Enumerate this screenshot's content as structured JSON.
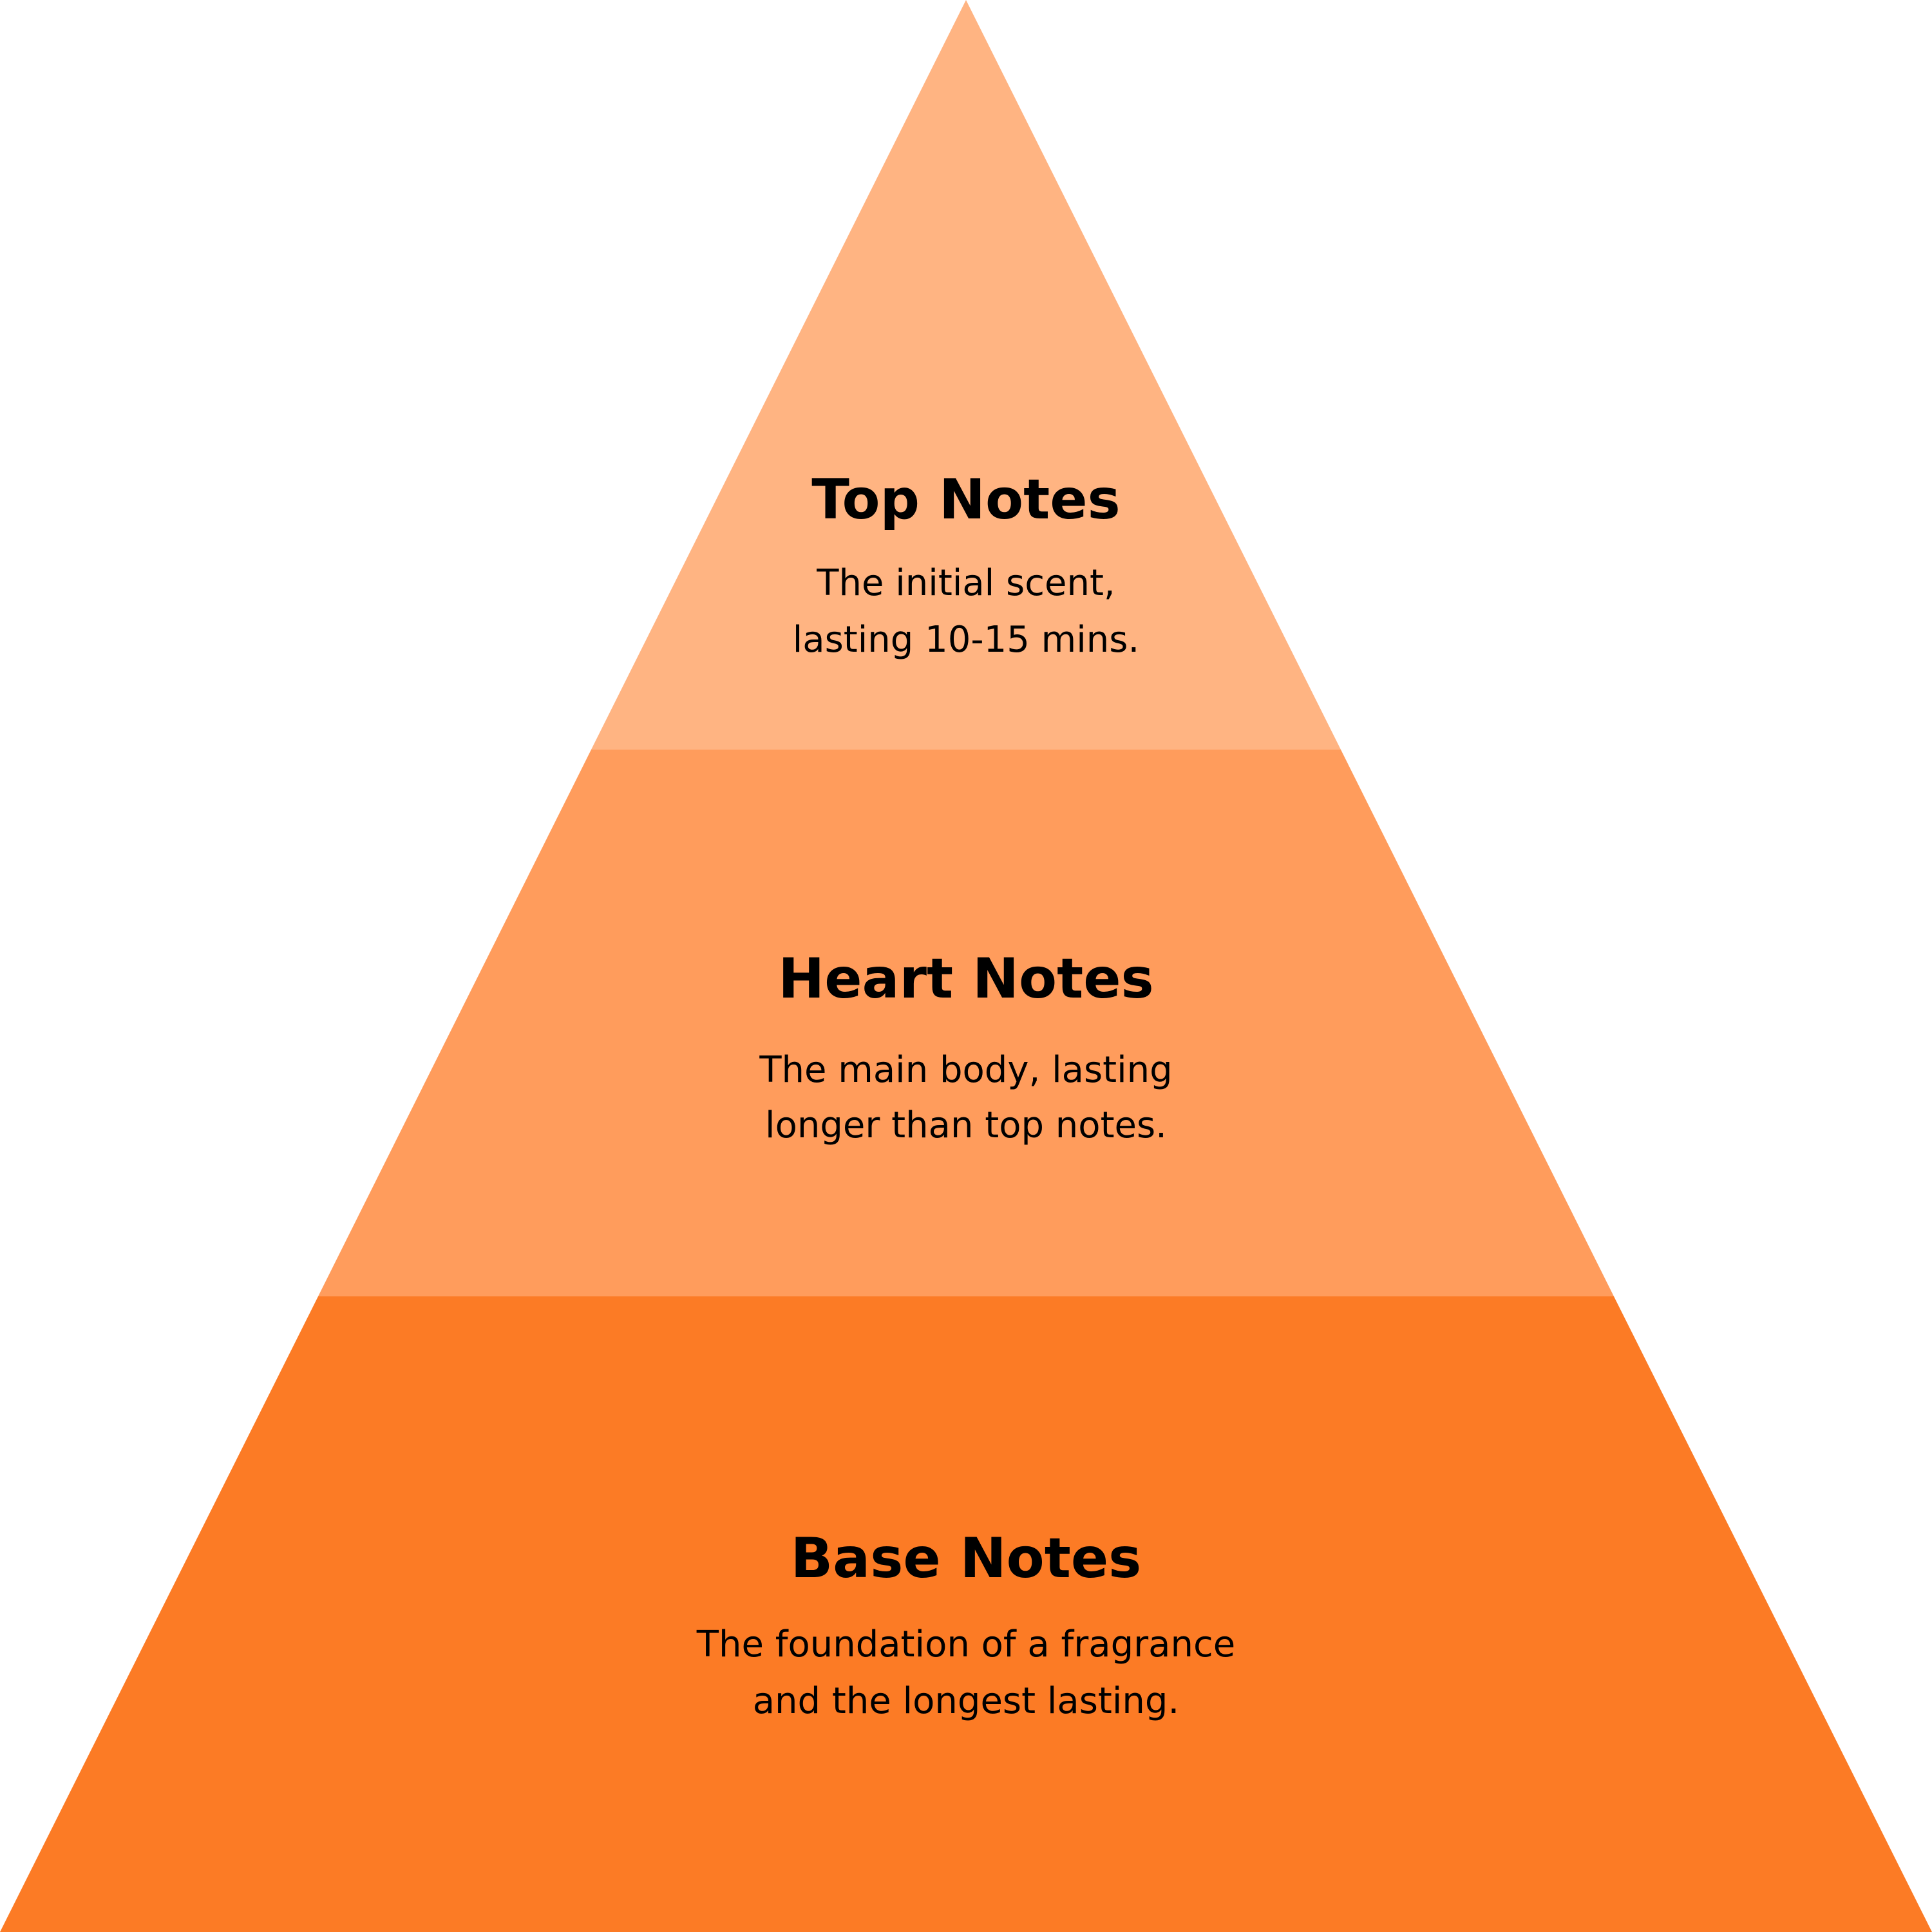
{
  "diagram": {
    "type": "pyramid",
    "apex": [
      1500,
      0
    ],
    "base_y": 3000,
    "tiers": [
      {
        "id": "top",
        "title": "Top Notes",
        "description_lines": [
          "The initial scent,",
          "lasting 10-15 mins."
        ],
        "color": "#FFB482",
        "y_range": [
          0,
          1164
        ]
      },
      {
        "id": "heart",
        "title": "Heart Notes",
        "description_lines": [
          "The main body, lasting",
          "longer than top notes."
        ],
        "color": "#FF9C5C",
        "y_range": [
          1164,
          2013
        ]
      },
      {
        "id": "base",
        "title": "Base Notes",
        "description_lines": [
          "The foundation of a fragrance",
          "and the longest lasting."
        ],
        "color": "#FC7B25",
        "y_range": [
          2013,
          3000
        ]
      }
    ]
  }
}
